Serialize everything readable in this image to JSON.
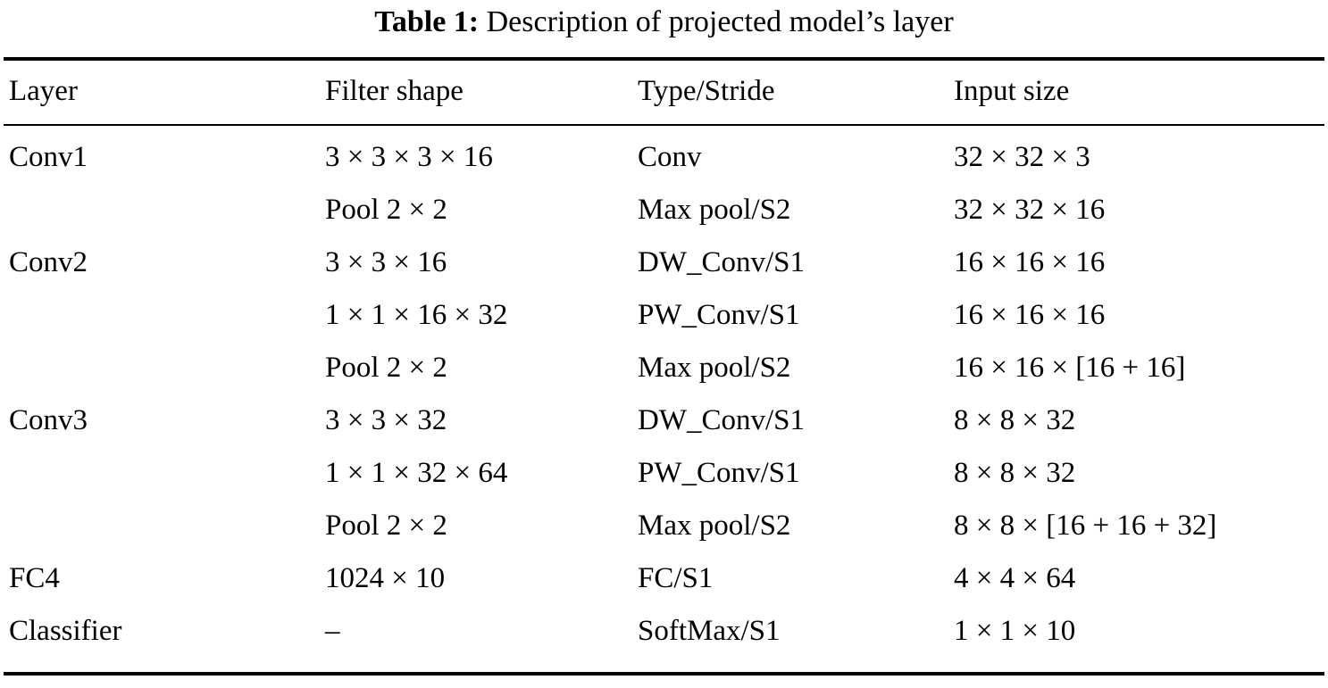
{
  "caption": {
    "label": "Table 1:",
    "text": "Description of projected model’s layer"
  },
  "table": {
    "headers": {
      "layer": "Layer",
      "filter_shape": "Filter shape",
      "type_stride": "Type/Stride",
      "input_size": "Input size"
    },
    "rows": [
      {
        "layer": "Conv1",
        "filter_shape": "3 × 3 × 3 × 16",
        "type_stride": "Conv",
        "input_size": "32 × 32 × 3"
      },
      {
        "layer": "",
        "filter_shape": "Pool 2 × 2",
        "type_stride": "Max pool/S2",
        "input_size": "32 × 32 × 16"
      },
      {
        "layer": "Conv2",
        "filter_shape": "3 × 3 × 16",
        "type_stride": "DW_Conv/S1",
        "input_size": "16 × 16 × 16"
      },
      {
        "layer": "",
        "filter_shape": "1 × 1 × 16 × 32",
        "type_stride": "PW_Conv/S1",
        "input_size": "16 × 16 × 16"
      },
      {
        "layer": "",
        "filter_shape": "Pool 2 × 2",
        "type_stride": "Max pool/S2",
        "input_size": "16 × 16 × [16 + 16]"
      },
      {
        "layer": "Conv3",
        "filter_shape": "3 × 3 × 32",
        "type_stride": "DW_Conv/S1",
        "input_size": "8 × 8 × 32"
      },
      {
        "layer": "",
        "filter_shape": "1 × 1 × 32 × 64",
        "type_stride": "PW_Conv/S1",
        "input_size": "8 × 8 × 32"
      },
      {
        "layer": "",
        "filter_shape": "Pool 2 × 2",
        "type_stride": "Max pool/S2",
        "input_size": "8 × 8 × [16 + 16 + 32]"
      },
      {
        "layer": "FC4",
        "filter_shape": "1024 × 10",
        "type_stride": "FC/S1",
        "input_size": "4 × 4 × 64"
      },
      {
        "layer": "Classifier",
        "filter_shape": "–",
        "type_stride": "SoftMax/S1",
        "input_size": "1 × 1 × 10"
      }
    ]
  }
}
